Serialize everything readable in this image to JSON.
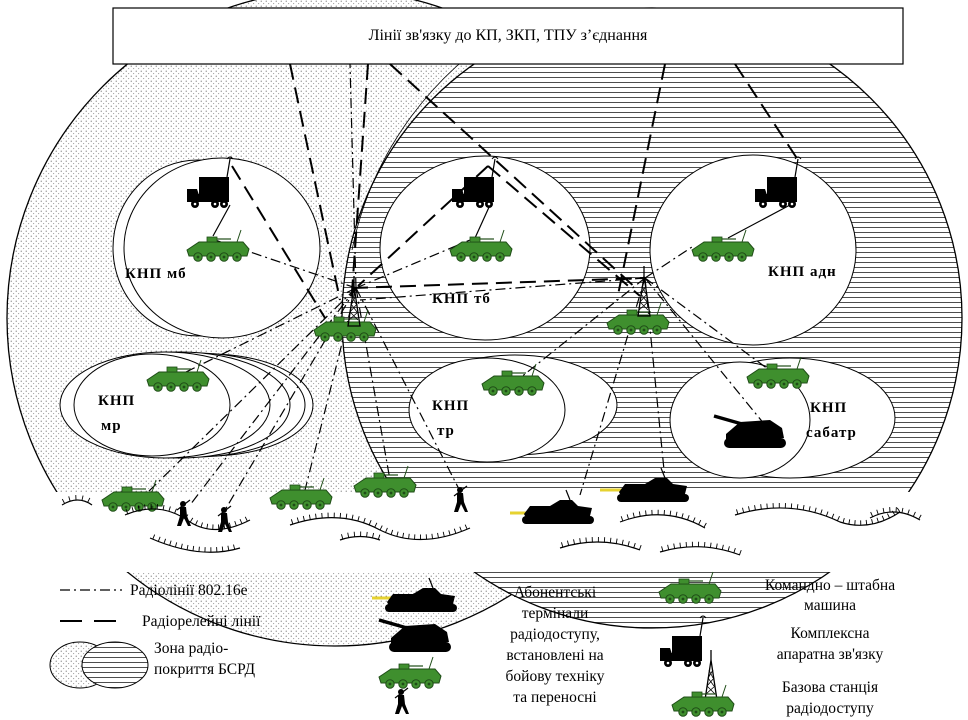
{
  "header": {
    "title": "Лінії зв'язку до КП, ЗКП, ТПУ з’єднання"
  },
  "zones": {
    "knp_mb": "КНП мб",
    "knp_tb": "КНП тб",
    "knp_adn": "КНП адн",
    "knp_mr": [
      "КНП",
      "мр"
    ],
    "knp_tr": [
      "КНП",
      "тр"
    ],
    "knp_sabatr": [
      "КНП",
      "сабатр"
    ]
  },
  "legend": {
    "radio_lines": "Радіолінії 802.16е",
    "relay_lines": "Радіорелейні лінії",
    "coverage": [
      "Зона радіо-",
      "покриття БСРД"
    ],
    "subscriber_terminals": [
      "Абонентські",
      "термінали",
      "радіодоступу,",
      "встановлені на",
      "бойову техніку",
      "та переносні"
    ],
    "command_vehicle": [
      "Командно – штабна",
      "машина"
    ],
    "comm_hardware": [
      "Комплексна",
      "апаратна зв'язку"
    ],
    "base_station": [
      "Базова станція",
      "радіодоступу"
    ]
  },
  "colors": {
    "vehicle_green": "#3f8f2e",
    "vehicle_dark": "#1f4d17",
    "muzzle_flash": "#e6d230"
  }
}
